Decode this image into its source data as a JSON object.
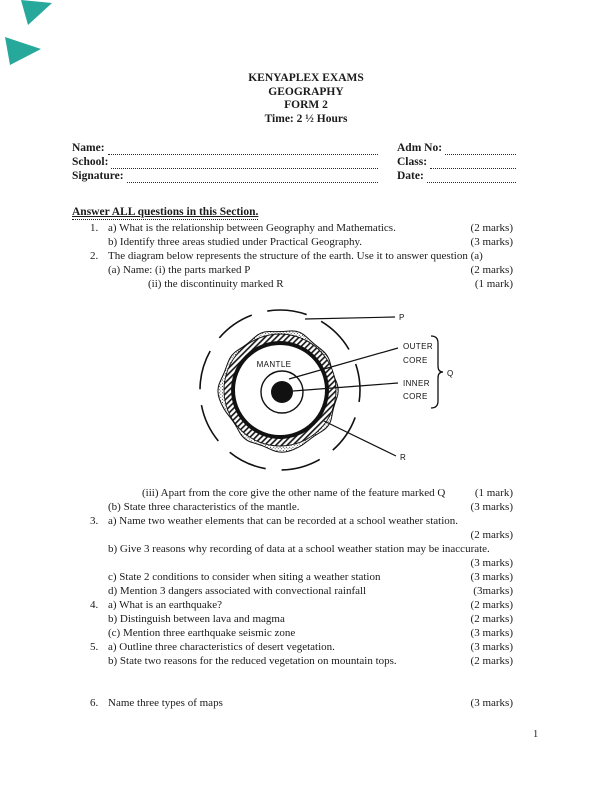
{
  "header": {
    "title": "KENYAPLEX EXAMS",
    "subject": "GEOGRAPHY",
    "form": "FORM 2",
    "time": "Time: 2 ½ Hours"
  },
  "student_fields": {
    "rows": [
      {
        "left_label": "Name:",
        "right_label": "Adm No:"
      },
      {
        "left_label": "School:",
        "right_label": "Class:"
      },
      {
        "left_label": "Signature:",
        "right_label": "Date:"
      }
    ]
  },
  "section": {
    "instruction": "Answer ALL questions in this Section."
  },
  "questions": {
    "block1": [
      {
        "num": "1.",
        "text": "a) What is the relationship between Geography and Mathematics.",
        "marks": "(2 marks)",
        "level": "n"
      },
      {
        "text": "b) Identify three areas studied under Practical Geography.",
        "marks": "(3 marks)",
        "level": "a"
      },
      {
        "num": "2.",
        "text": "The diagram below represents the structure of the earth. Use it to answer question (a)",
        "level": "n"
      },
      {
        "text": "(a) Name: (i) the parts marked P",
        "marks": "(2 marks)",
        "level": "a"
      },
      {
        "text": "(ii) the discontinuity marked R",
        "marks": "(1 mark)",
        "level": "ii"
      }
    ],
    "block2": [
      {
        "text": "(iii) Apart from the core give the other name of the feature marked Q",
        "marks": "(1 mark)",
        "level": "iii"
      },
      {
        "text": "(b) State three characteristics of the mantle.",
        "marks": "(3 marks)",
        "level": "a"
      },
      {
        "num": "3.",
        "text": "a) Name two weather elements that can be recorded at a school weather station.",
        "level": "n"
      },
      {
        "marks": "(2 marks)",
        "level": "m"
      },
      {
        "text": "b) Give 3 reasons why recording of data at a school weather station may be inaccurate.",
        "level": "a"
      },
      {
        "marks": "(3 marks)",
        "level": "m"
      },
      {
        "text": "c) State 2 conditions to consider when siting a weather station",
        "marks": "(3 marks)",
        "level": "a"
      },
      {
        "text": "d) Mention 3 dangers associated with convectional rainfall",
        "marks": "(3marks)",
        "level": "a"
      },
      {
        "num": "4.",
        "text": "a) What is an earthquake?",
        "marks": "(2 marks)",
        "level": "n"
      },
      {
        "text": "b) Distinguish between lava and magma",
        "marks": "(2 marks)",
        "level": "a"
      },
      {
        "text": "(c) Mention three earthquake seismic zone",
        "marks": "(3 marks)",
        "level": "a"
      },
      {
        "num": "5.",
        "text": "a) Outline three characteristics of desert vegetation.",
        "marks": "(3 marks)",
        "level": "n"
      },
      {
        "text": "b) State two reasons for the reduced vegetation on mountain tops.",
        "marks": "(2 marks)",
        "level": "a"
      },
      {
        "num": "6.",
        "text": "Name three types of maps",
        "marks": "(3 marks)",
        "level": "n",
        "gap": true
      }
    ]
  },
  "diagram": {
    "labels": {
      "mantle": "MANTLE",
      "outer_core_1": "OUTER",
      "outer_core_2": "CORE",
      "inner_core_1": "INNER",
      "inner_core_2": "CORE",
      "p": "P",
      "q": "Q",
      "r": "R"
    }
  },
  "corner_marks": {
    "color": "#1aa396"
  },
  "page": {
    "number": "1"
  },
  "ink_color": "#111111"
}
